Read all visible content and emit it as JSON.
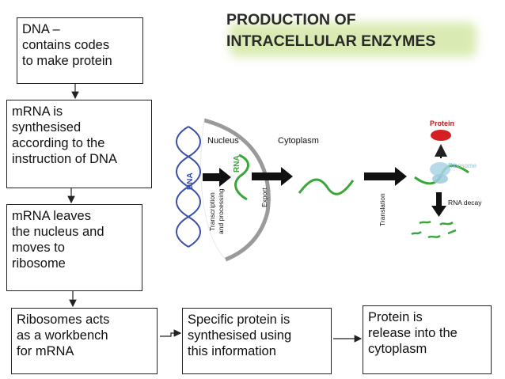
{
  "title": "PRODUCTION OF\nINTRACELLULAR ENZYMES",
  "boxes": {
    "dna": "DNA –\ncontains codes\nto make protein",
    "mrna_synth": "mRNA is\nsynthesised\naccording to the\ninstruction of DNA",
    "mrna_leaves": "mRNA leaves\nthe nucleus and\nmoves to\nribosome",
    "ribosome": "Ribosomes acts\nas a workbench\nfor mRNA",
    "protein_synth": "Specific protein is\nsynthesised using\nthis information",
    "protein_release": "Protein is\nrelease into the\ncytoplasm"
  },
  "diagram": {
    "nucleus": "Nucleus",
    "cytoplasm": "Cytoplasm",
    "dna": "DNA",
    "rna": "RNA",
    "transcription": "Transcription",
    "processing": "and processing",
    "export": "Export",
    "translation": "Translation",
    "protein": "Protein",
    "ribosome": "Ribosome",
    "rna_decay": "RNA decay"
  },
  "colors": {
    "dna_helix": "#3a4fa8",
    "rna": "#3aa63a",
    "protein": "#d42020",
    "ribosome": "#a9d3e6",
    "title_highlight": "#d3e8a6"
  }
}
